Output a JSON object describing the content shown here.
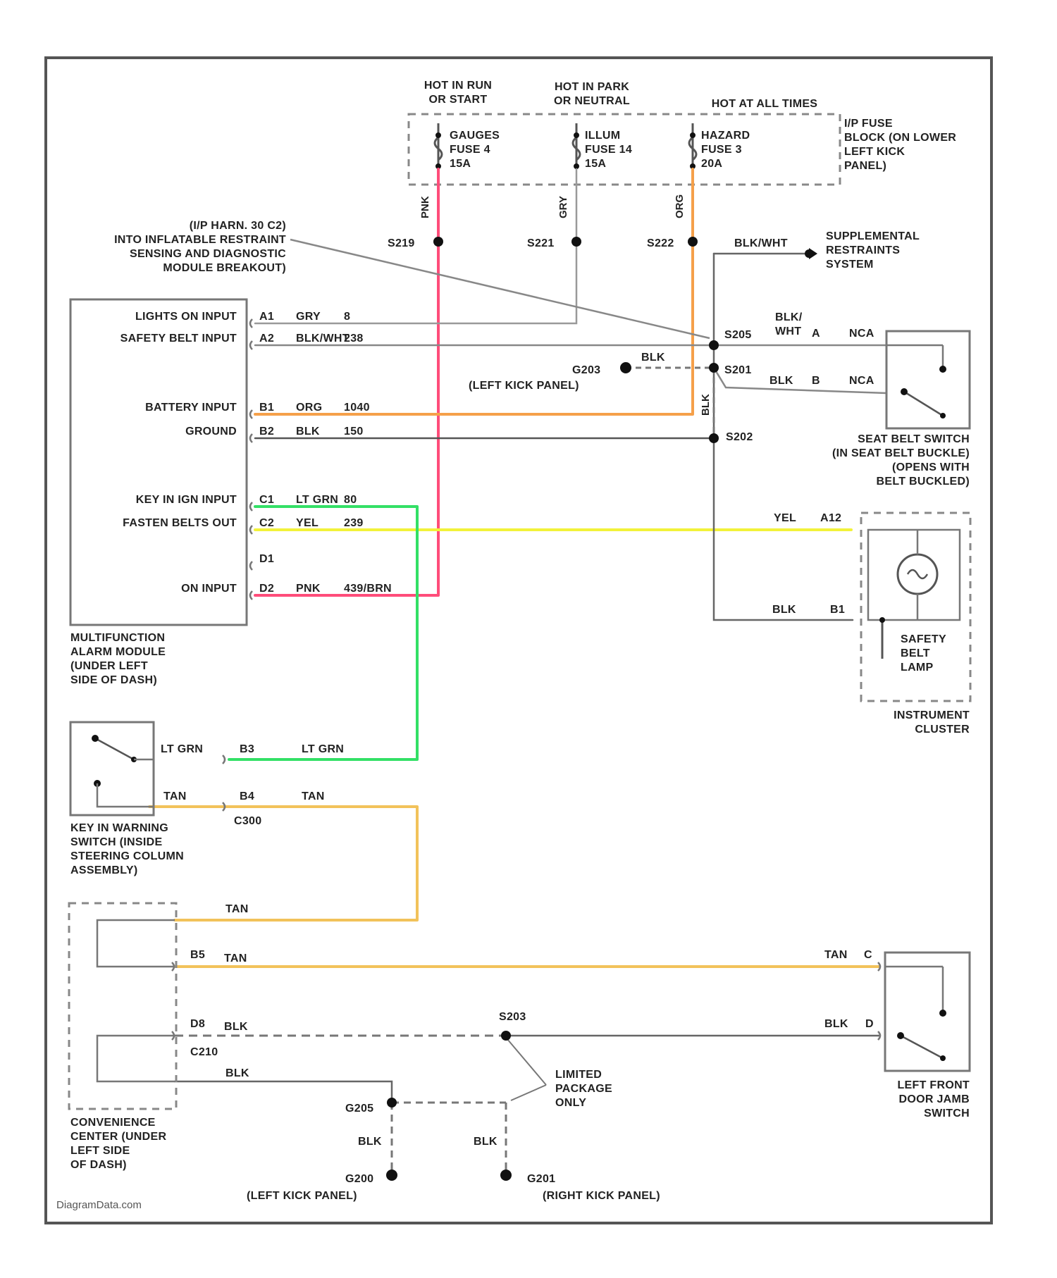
{
  "colors": {
    "frame": "#555555",
    "wire_gray": "#888888",
    "wire_pink": "#ff4d7a",
    "wire_orange": "#f5a04a",
    "wire_green": "#33e066",
    "wire_yellow": "#f2f23a",
    "wire_tan": "#f2c25a",
    "wire_black": "#555555"
  },
  "fuse_block": {
    "hot_bus_run": "HOT IN RUN\nOR START",
    "hot_bus_park": "HOT IN PARK\nOR NEUTRAL",
    "hot_bus_always": "HOT AT ALL TIMES",
    "fuse_gauges": "GAUGES\nFUSE 4\n15A",
    "fuse_illum": "ILLUM\nFUSE 14\n15A",
    "fuse_hazard": "HAZARD\nFUSE 3\n20A",
    "block_label": "I/P FUSE\nBLOCK (ON LOWER\nLEFT KICK\nPANEL)"
  },
  "splices": {
    "s_run": "S219",
    "s_park": "S221",
    "s_always": "S222",
    "s205": "S205",
    "s201": "S201",
    "s202": "S202",
    "s203": "S203"
  },
  "grounds": {
    "g203": "G203",
    "g203_loc": "(LEFT KICK PANEL)",
    "g205": "G205",
    "g200": "G200",
    "g200_loc": "(LEFT KICK PANEL)",
    "g201": "G201",
    "g201_loc": "(RIGHT KICK PANEL)"
  },
  "annotations": {
    "ip_harness": "(I/P HARN. 30 C2)\nINTO INFLATABLE RESTRAINT\nSENSING AND DIAGNOSTIC\nMODULE BREAKOUT)",
    "supplemental": "SUPPLEMENTAL\nRESTRAINTS\nSYSTEM",
    "blk_wht_top": "BLK/WHT",
    "limited_pkg": "LIMITED\nPACKAGE\nONLY",
    "watermark": "DiagramData.com"
  },
  "alarm_module": {
    "title": "MULTIFUNCTION\nALARM MODULE\n(UNDER LEFT\nSIDE OF DASH)",
    "pins": [
      {
        "name": "LIGHTS ON INPUT",
        "pin": "A1",
        "wire": "GRY",
        "circuit": "8"
      },
      {
        "name": "SAFETY BELT INPUT",
        "pin": "A2",
        "wire": "BLK/WHT",
        "circuit": "238"
      },
      {
        "name": "BATTERY INPUT",
        "pin": "B1",
        "wire": "ORG",
        "circuit": "1040"
      },
      {
        "name": "GROUND",
        "pin": "B2",
        "wire": "BLK",
        "circuit": "150"
      },
      {
        "name": "KEY IN IGN INPUT",
        "pin": "C1",
        "wire": "LT GRN",
        "circuit": "80"
      },
      {
        "name": "FASTEN BELTS OUT",
        "pin": "C2",
        "wire": "YEL",
        "circuit": "239"
      },
      {
        "name": "",
        "pin": "D1",
        "wire": "",
        "circuit": ""
      },
      {
        "name": "ON INPUT",
        "pin": "D2",
        "wire": "PNK",
        "circuit": "439/BRN"
      }
    ]
  },
  "seat_belt_switch": {
    "title": "SEAT BELT SWITCH\n(IN SEAT BELT BUCKLE)\n(OPENS WITH\nBELT BUCKLED)",
    "wire_a": "BLK/\nWHT",
    "pin_a": "A",
    "conn_a": "NCA",
    "wire_b": "BLK",
    "pin_b": "B",
    "conn_b": "NCA"
  },
  "instrument_cluster": {
    "title": "INSTRUMENT\nCLUSTER",
    "lamp": "SAFETY\nBELT\nLAMP",
    "wire_yel": "YEL",
    "pin_a12": "A12",
    "wire_blk": "BLK",
    "pin_b1": "B1"
  },
  "key_switch": {
    "title": "KEY IN WARNING\nSWITCH (INSIDE\nSTEERING COLUMN\nASSEMBLY)",
    "wire_grn_left": "LT GRN",
    "pin_b3": "B3",
    "wire_grn_right": "LT GRN",
    "wire_tan_left": "TAN",
    "pin_b4": "B4",
    "wire_tan_right": "TAN",
    "connector": "C300"
  },
  "convenience_center": {
    "title": "CONVENIENCE\nCENTER (UNDER\nLEFT SIDE\nOF DASH)",
    "wire_tan_top": "TAN",
    "pin_b5": "B5",
    "wire_tan_b5": "TAN",
    "pin_d8": "D8",
    "wire_blk_d8": "BLK",
    "connector": "C210",
    "wire_blk_bottom": "BLK",
    "wire_blk_g200": "BLK",
    "wire_blk_g201": "BLK"
  },
  "door_switch": {
    "title": "LEFT FRONT\nDOOR JAMB\nSWITCH",
    "wire_tan": "TAN",
    "pin_c": "C",
    "wire_blk": "BLK",
    "pin_d": "D"
  },
  "fuse_wires": {
    "run": "PNK",
    "park": "GRY",
    "always": "ORG"
  },
  "vertical_blk": "BLK"
}
